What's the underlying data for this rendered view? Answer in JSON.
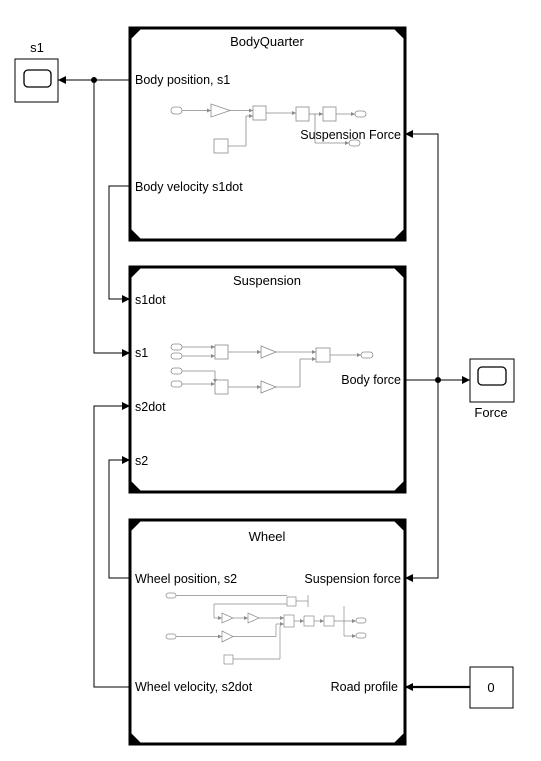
{
  "blocks": {
    "body_quarter": {
      "title": "BodyQuarter",
      "ports": {
        "body_position": "Body position, s1",
        "body_velocity": "Body velocity s1dot",
        "suspension_force": "Suspension Force"
      }
    },
    "suspension": {
      "title": "Suspension",
      "ports": {
        "s1dot": "s1dot",
        "s1": "s1",
        "s2dot": "s2dot",
        "s2": "s2",
        "body_force": "Body force"
      }
    },
    "wheel": {
      "title": "Wheel",
      "ports": {
        "wheel_position": "Wheel position, s2",
        "wheel_velocity": "Wheel velocity, s2dot",
        "suspension_force": "Suspension force",
        "road_profile": "Road profile"
      }
    }
  },
  "scopes": {
    "s1": {
      "label": "s1"
    },
    "force": {
      "label": "Force"
    }
  },
  "constant": {
    "value": "0"
  },
  "colors": {
    "line": "#000000",
    "inner": "#8a8a8a",
    "background": "#ffffff"
  }
}
